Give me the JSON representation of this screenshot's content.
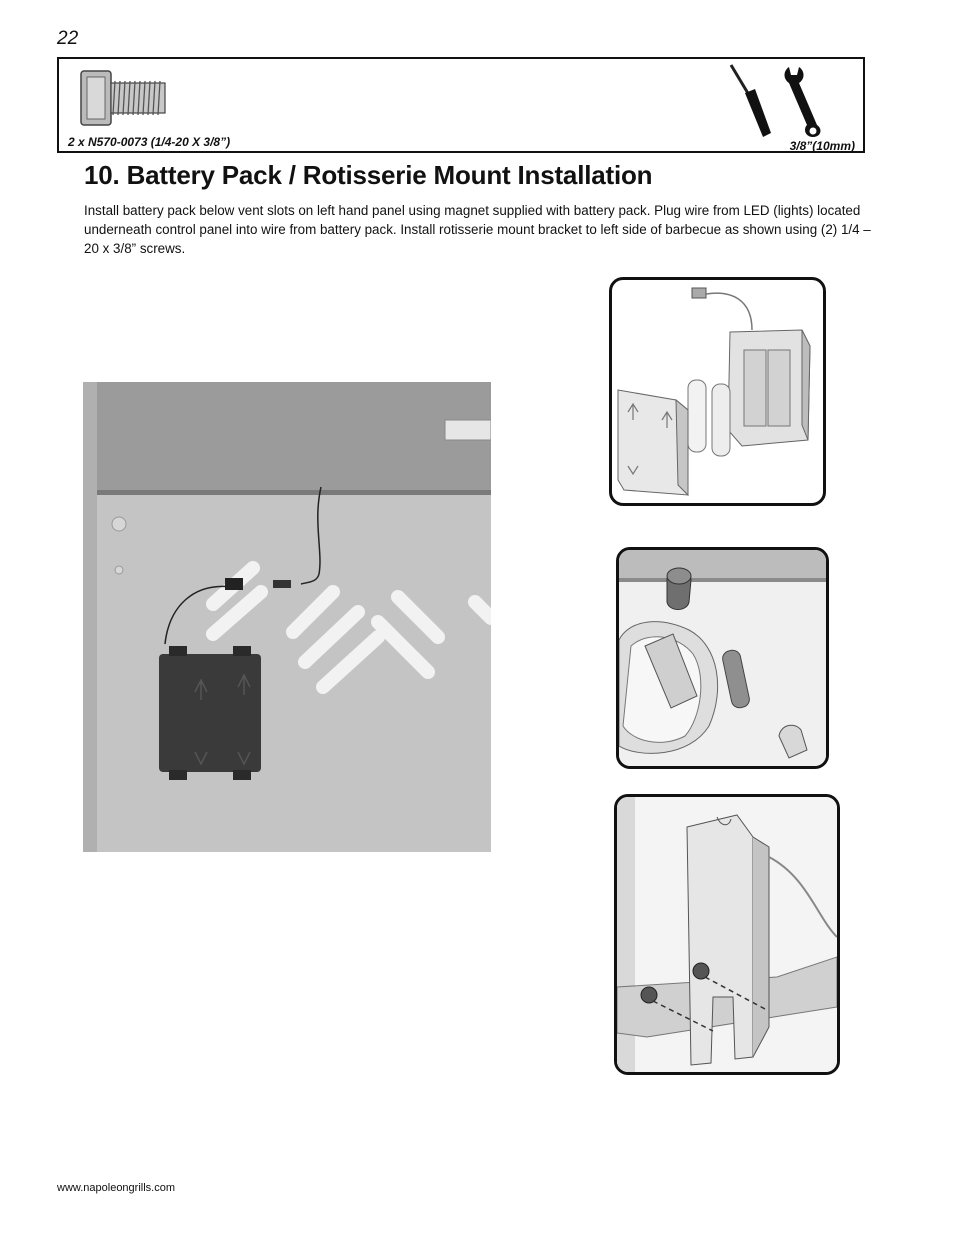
{
  "page": {
    "number": "22"
  },
  "parts_box": {
    "part_label": "2 x N570-0073 (1/4-20 X 3/8”)",
    "tool_label": "3/8”(10mm)",
    "icons": [
      "hex-bolt-icon",
      "screwdriver-icon",
      "wrench-icon"
    ]
  },
  "section": {
    "title": "10.  Battery Pack / Rotisserie Mount Installation",
    "instructions": "Install battery pack below vent slots on left hand panel using magnet supplied with battery pack.  Plug wire from LED (lights) located underneath control panel into wire from battery pack.  Install rotisserie mount bracket to left side of barbecue as shown using (2) 1/4 – 20 x 3/8” screws."
  },
  "figures": {
    "main": "battery-pack-on-left-panel",
    "details": [
      "battery-pack-open-with-batteries",
      "control-panel-underside-led",
      "rotisserie-mount-bracket-screws"
    ]
  },
  "footer": {
    "url": "www.napoleongrills.com"
  }
}
